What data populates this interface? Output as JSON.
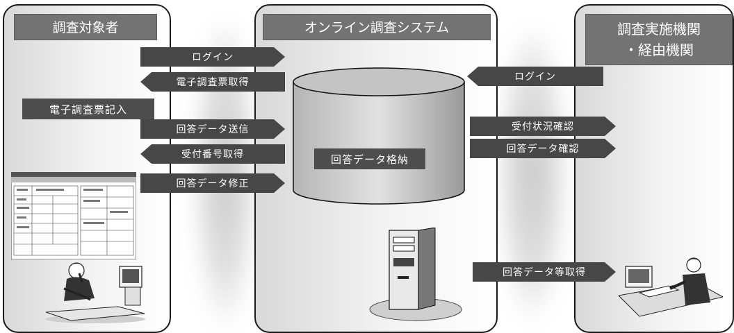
{
  "left_panel": {
    "title": "調査対象者"
  },
  "center_panel": {
    "title": "オンライン調査システム"
  },
  "right_panel": {
    "title_line1": "調査実施機関",
    "title_line2": "・経由機関"
  },
  "labels": {
    "login_left": "ログイン",
    "get_form": "電子調査票取得",
    "fill_form": "電子調査票記入",
    "send_data": "回答データ送信",
    "get_receipt": "受付番号取得",
    "fix_data": "回答データ修正",
    "store_data": "回答データ格納",
    "login_right": "ログイン",
    "check_status": "受付状況確認",
    "check_data": "回答データ確認",
    "get_data": "回答データ等取得"
  },
  "colors": {
    "arrow": "#474747",
    "tag": "#737373",
    "border": "#1a1a1a"
  }
}
